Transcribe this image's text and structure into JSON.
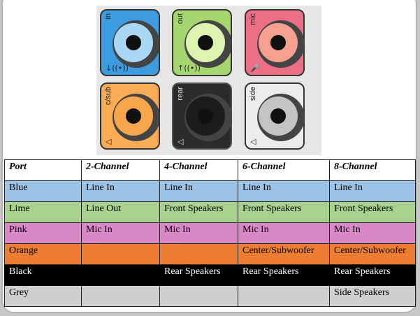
{
  "jacks": [
    {
      "label": "in",
      "symbol": "↓((•))",
      "tile": "#3d9be0",
      "ring": "#a9d8f5"
    },
    {
      "label": "out",
      "symbol": "↑((•))",
      "tile": "#a6d66f",
      "ring": "#def3b0"
    },
    {
      "label": "mic",
      "symbol": "🎤",
      "tile": "#ec6f86",
      "ring": "#f7a090"
    },
    {
      "label": "c/sub",
      "symbol": "◁",
      "tile": "#f9ac55",
      "ring": "#f8a64c"
    },
    {
      "label": "rear",
      "symbol": "◁",
      "tile": "#2b2b2b",
      "ring": "#1c1c1c"
    },
    {
      "label": "side",
      "symbol": "◁",
      "tile": "#ececec",
      "ring": "#c4c4c4"
    }
  ],
  "table": {
    "headers": [
      "Port",
      "2-Channel",
      "4-Channel",
      "6-Channel",
      "8-Channel"
    ],
    "rows": [
      {
        "bg": "#9dc3e6",
        "fg": "#000",
        "cells": [
          "Blue",
          "Line In",
          "Line In",
          "Line In",
          "Line In"
        ]
      },
      {
        "bg": "#a9d18e",
        "fg": "#000",
        "cells": [
          "Lime",
          "Line Out",
          "Front Speakers",
          "Front Speakers",
          "Front Speakers"
        ]
      },
      {
        "bg": "#da87c8",
        "fg": "#000",
        "cells": [
          "Pink",
          "Mic In",
          "Mic In",
          "Mic In",
          "Mic In"
        ]
      },
      {
        "bg": "#ed7d31",
        "fg": "#000",
        "cells": [
          "Orange",
          "",
          "",
          "Center/Subwoofer",
          "Center/Subwoofer"
        ]
      },
      {
        "bg": "#000000",
        "fg": "#fff",
        "cells": [
          "Black",
          "",
          "Rear Speakers",
          "Rear Speakers",
          "Rear Speakers"
        ]
      },
      {
        "bg": "#d0cece",
        "fg": "#000",
        "cells": [
          "Grey",
          "",
          "",
          "",
          "Side Speakers"
        ]
      }
    ]
  }
}
